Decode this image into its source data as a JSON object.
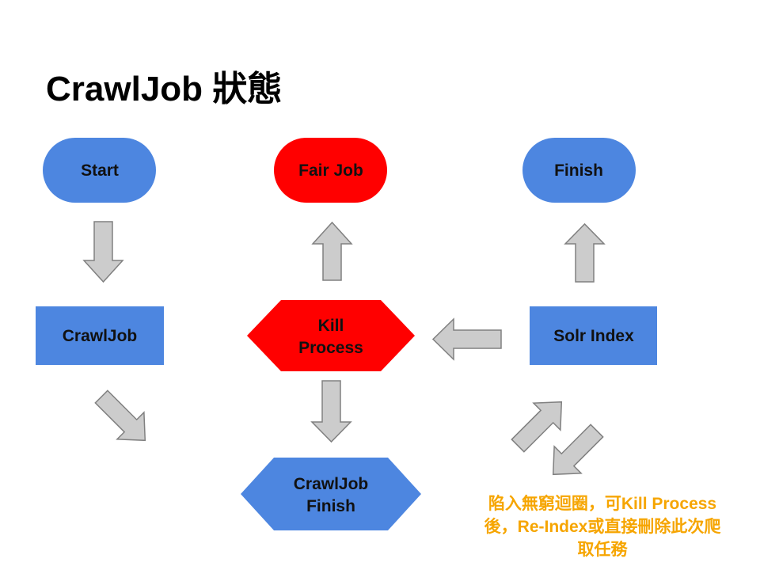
{
  "title": "CrawlJob 狀態",
  "colors": {
    "blue": "#4d86e0",
    "red": "#ff0000",
    "arrow_fill": "#cccccc",
    "arrow_stroke": "#808080",
    "note": "#f6a500"
  },
  "nodes": {
    "start": {
      "label": "Start",
      "shape": "pill",
      "color": "blue"
    },
    "fair_job": {
      "label": "Fair Job",
      "shape": "pill",
      "color": "red"
    },
    "finish": {
      "label": "Finish",
      "shape": "pill",
      "color": "blue"
    },
    "crawljob": {
      "label": "CrawlJob",
      "shape": "rectangle",
      "color": "blue"
    },
    "kill_process": {
      "label_lines": [
        "Kill",
        "Process"
      ],
      "shape": "hexagon",
      "color": "red"
    },
    "solr_index": {
      "label": "Solr Index",
      "shape": "rectangle",
      "color": "blue"
    },
    "crawljob_finish": {
      "label_lines": [
        "CrawlJob",
        "Finish"
      ],
      "shape": "hexagon",
      "color": "blue"
    }
  },
  "edges": [
    {
      "from": "start",
      "to": "crawljob"
    },
    {
      "from": "crawljob",
      "to": "crawljob_finish"
    },
    {
      "from": "kill_process",
      "to": "fair_job"
    },
    {
      "from": "kill_process",
      "to": "crawljob_finish"
    },
    {
      "from": "solr_index",
      "to": "kill_process"
    },
    {
      "from": "solr_index",
      "to": "finish"
    },
    {
      "from": "solr_index",
      "to": "loop-note",
      "bidirectional": true
    }
  ],
  "note": {
    "lines": [
      "陷入無窮迴圈，可Kill Process",
      "後，Re-Index或直接刪除此次爬",
      "取任務"
    ]
  }
}
